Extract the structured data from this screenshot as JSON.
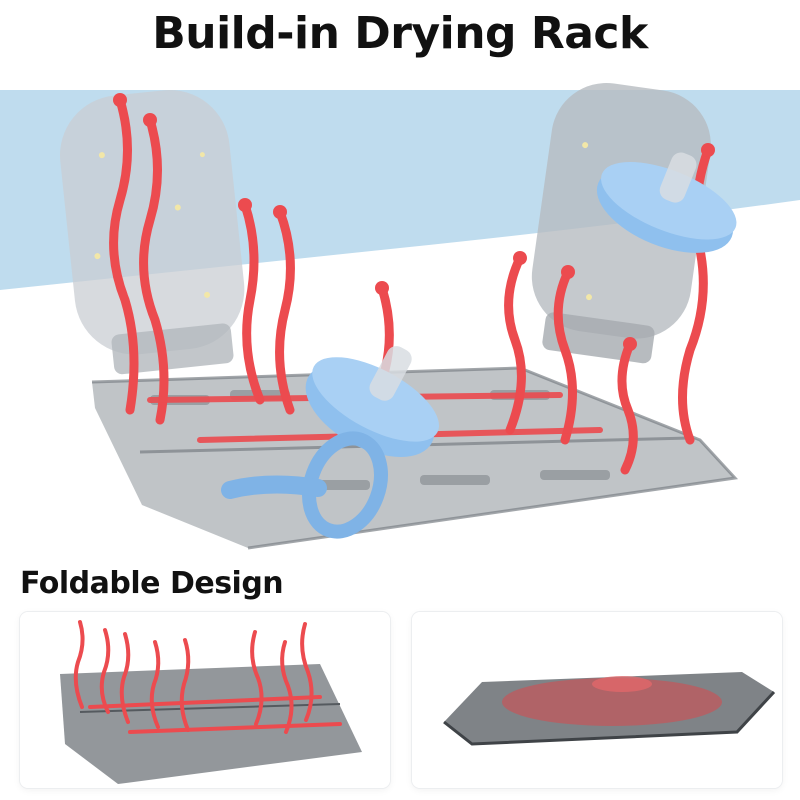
{
  "hero": {
    "headline": "Build-in Drying Rack",
    "colors": {
      "sky": "#bfdcee",
      "tray": "#8a9096",
      "rack_red": "#ec4b4f",
      "cap_blue": "#8fc0ee",
      "bottle_glass": "#c8ccd0"
    }
  },
  "features": {
    "heading": "Foldable Design",
    "panels": [
      {
        "state": "unfolded"
      },
      {
        "state": "folded"
      }
    ]
  }
}
